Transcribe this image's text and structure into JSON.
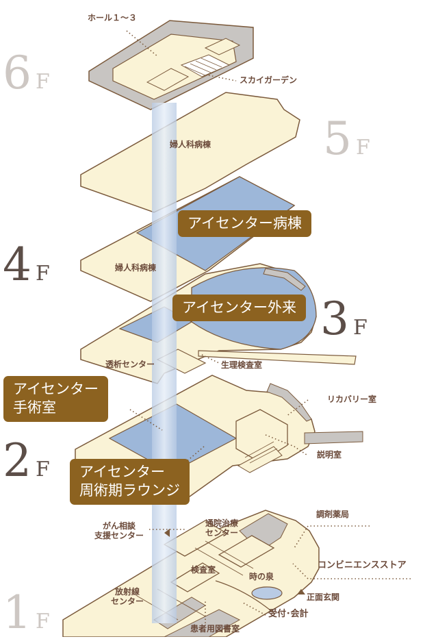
{
  "floors": {
    "f6": {
      "num": "6",
      "unit": "F"
    },
    "f5": {
      "num": "5",
      "unit": "F"
    },
    "f4": {
      "num": "4",
      "unit": "F"
    },
    "f3": {
      "num": "3",
      "unit": "F"
    },
    "f2": {
      "num": "2",
      "unit": "F"
    },
    "f1": {
      "num": "1",
      "unit": "F"
    }
  },
  "labels": {
    "hall": "ホール１～３",
    "sky_garden": "スカイガーデン",
    "gyne_5f": "婦人科病棟",
    "gyne_4f": "婦人科病棟",
    "dialysis": "透析センター",
    "physiology": "生理検査室",
    "recovery": "リカバリー室",
    "explanation": "説明室",
    "pharmacy": "調剤薬局",
    "convenience": "コンビニエンスストア",
    "cancer_support_1": "がん相談",
    "cancer_support_2": "支援センター",
    "outpatient_1": "通院治療",
    "outpatient_2": "センター",
    "exam_room": "検査室",
    "fountain": "時の泉",
    "main_entrance": "正面玄関",
    "reception": "受付･会計",
    "radiation_1": "放射線",
    "radiation_2": "センター",
    "library": "患者用図書室"
  },
  "callouts": {
    "eye_ward": "アイセンター病棟",
    "eye_outpatient": "アイセンター外来",
    "eye_surgery_1": "アイセンター",
    "eye_surgery_2": "手術室",
    "eye_lounge_1": "アイセンター",
    "eye_lounge_2": "周術期ラウンジ"
  },
  "colors": {
    "floor_fill": "#faf3d6",
    "floor_edge": "#d9c9a6",
    "line": "#7b5a3c",
    "grey_area": "#c8c5c2",
    "eye_area": "#9db7d9",
    "callout_bg": "#8c6220",
    "floor_label": "#cdc7c3",
    "floor_label_active": "#5c4e48"
  }
}
